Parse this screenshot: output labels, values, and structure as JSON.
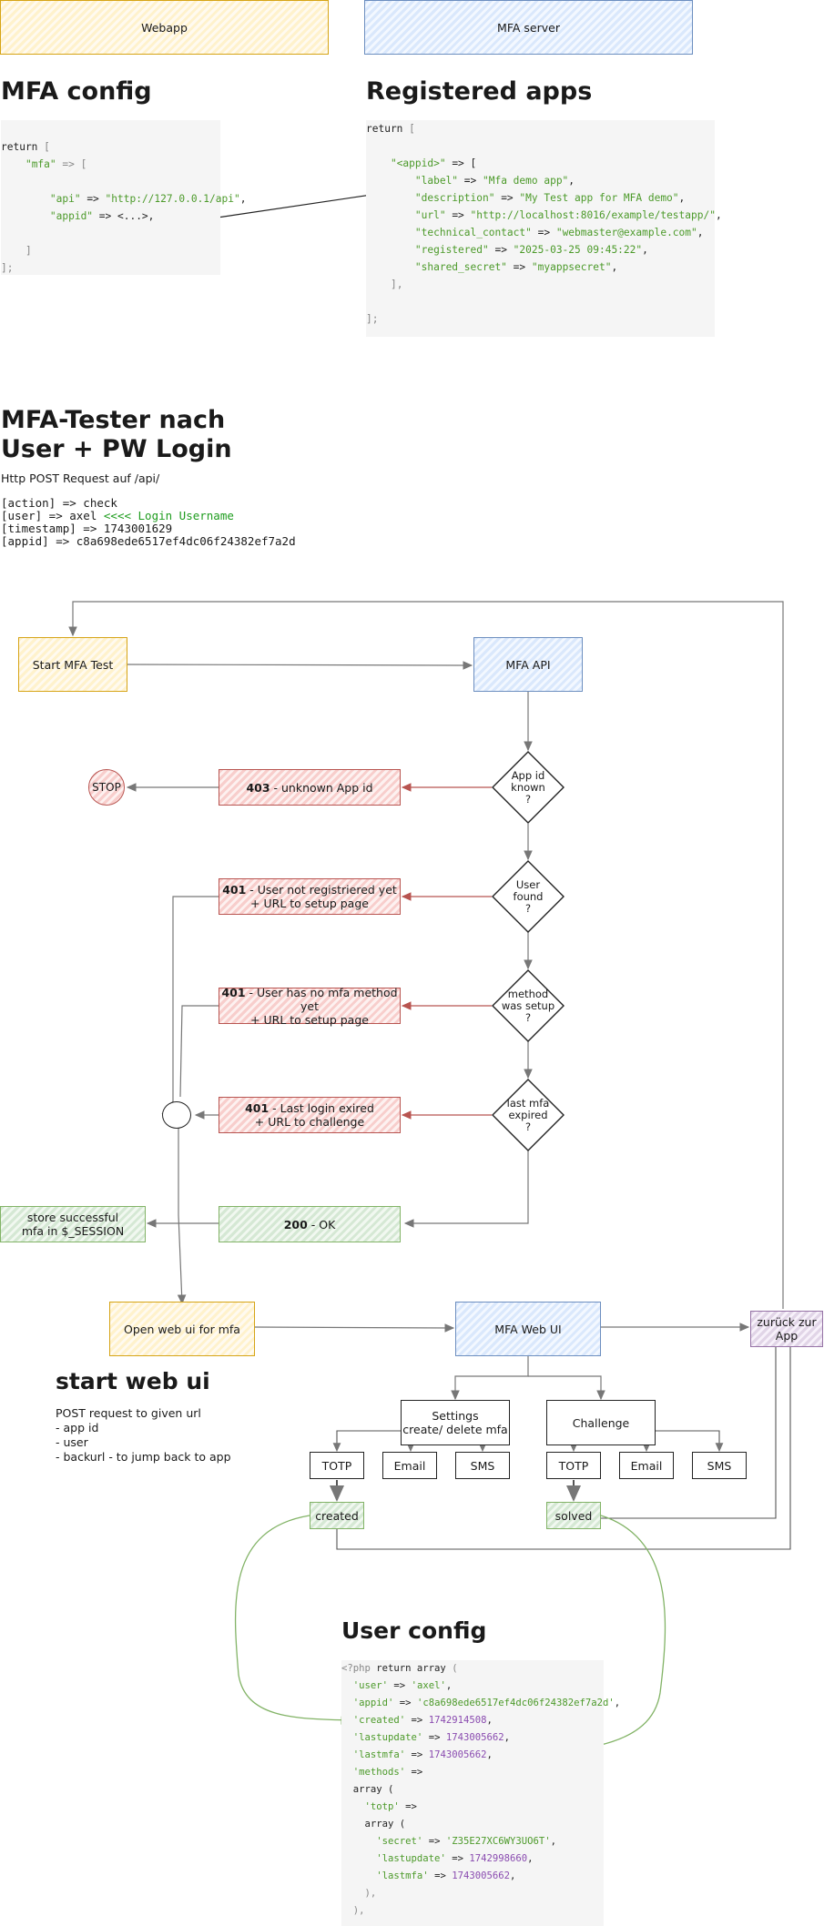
{
  "top_boxes": {
    "webapp": "Webapp",
    "mfa_server": "MFA server"
  },
  "headings": {
    "mfa_config": "MFA config",
    "registered_apps": "Registered apps",
    "mfa_tester": "MFA-Tester nach\nUser + PW Login",
    "start_web_ui": "start web ui",
    "user_config": "User config"
  },
  "mfa_config_code": {
    "l1_kw": "return",
    "l1_br": " [",
    "l2_key": "\"mfa\"",
    "l2_rest": " => [",
    "l3_key": "\"api\"",
    "l3_op": " => ",
    "l3_val": "\"http://127.0.0.1/api\"",
    "l3_end": ",",
    "l4_key": "\"appid\"",
    "l4_rest": " => <...>,",
    "l5": "]",
    "l6": "];"
  },
  "registered_apps_code": {
    "l1_kw": "return",
    "l1_br": " [",
    "l2_key": "\"<appid>\"",
    "l2_rest": " => [",
    "rows": [
      {
        "key": "\"label\"",
        "val": "\"Mfa demo app\""
      },
      {
        "key": "\"description\"",
        "val": "\"My Test app for MFA demo\""
      },
      {
        "key": "\"url\"",
        "val": "\"http://localhost:8016/example/testapp/\""
      },
      {
        "key": "\"technical_contact\"",
        "val": "\"webmaster@example.com\""
      },
      {
        "key": "\"registered\"",
        "val": "\"2025-03-25 09:45:22\""
      },
      {
        "key": "\"shared_secret\"",
        "val": "\"myappsecret\""
      }
    ],
    "l_close_inner": "],",
    "l_close": "];"
  },
  "request_info": {
    "http_line": "Http POST Request auf /api/",
    "action": "[action] => check",
    "user_prefix": "[user] => axel ",
    "user_note": "<<<< Login Username",
    "timestamp": "[timestamp] => 1743001629",
    "appid": "[appid] => c8a698ede6517ef4dc06f24382ef7a2d"
  },
  "flow": {
    "start_mfa_test": "Start MFA Test",
    "mfa_api": "MFA API",
    "stop": "STOP",
    "app_known": "App id\nknown\n?",
    "user_found": "User\nfound\n?",
    "method_setup": "method\nwas setup\n?",
    "last_mfa_expired": "last mfa\nexpired\n?",
    "err_403_code": "403",
    "err_403_text": " - unknown App id",
    "err_401a_code": "401",
    "err_401a_text": " - User not registriered yet",
    "err_401a_text2": "+ URL to setup page",
    "err_401b_code": "401",
    "err_401b_text": " - User has no mfa method yet",
    "err_401b_text2": "+ URL to setup page",
    "err_401c_code": "401",
    "err_401c_text": " - Last login exired",
    "err_401c_text2": "+ URL to challenge",
    "ok_200_code": "200",
    "ok_200_text": " - OK",
    "store_success": "store successful\nmfa in $_SESSION",
    "open_web_ui": "Open web ui for mfa",
    "mfa_web_ui": "MFA Web UI",
    "zurueck": "zurück zur\nApp",
    "settings": "Settings\ncreate/ delete mfa",
    "challenge": "Challenge",
    "totp1": "TOTP",
    "email1": "Email",
    "sms1": "SMS",
    "totp2": "TOTP",
    "email2": "Email",
    "sms2": "SMS",
    "created": "created",
    "solved": "solved"
  },
  "start_web_ui_note": "POST request to given url\n- app id\n- user\n- backurl - to jump back to app",
  "user_config_code": {
    "l1_tag": "<?php",
    "l1_kw": " return array",
    "l1_br": " (",
    "l2_key": "'user'",
    "l2_val": "'axel'",
    "l3_key": "'appid'",
    "l3_val": "'c8a698ede6517ef4dc06f24382ef7a2d'",
    "l4_key": "'created'",
    "l4_val": "1742914508",
    "l5_key": "'lastupdate'",
    "l5_val": "1743005662",
    "l6_key": "'lastmfa'",
    "l6_val": "1743005662",
    "l7_key": "'methods'",
    "l8": "array (",
    "l9_key": "'totp'",
    "l10": "array (",
    "l11_key": "'secret'",
    "l11_val": "'Z35E27XC6WY3UO6T'",
    "l12_key": "'lastupdate'",
    "l12_val": "1742998660",
    "l13_key": "'lastmfa'",
    "l13_val": "1743005662",
    "l14": "),",
    "l15": "),"
  },
  "colors": {
    "orange": "#d6a416",
    "blue": "#6c8ebf",
    "red": "#b85450",
    "green": "#82b366",
    "purple": "#9673a6"
  }
}
